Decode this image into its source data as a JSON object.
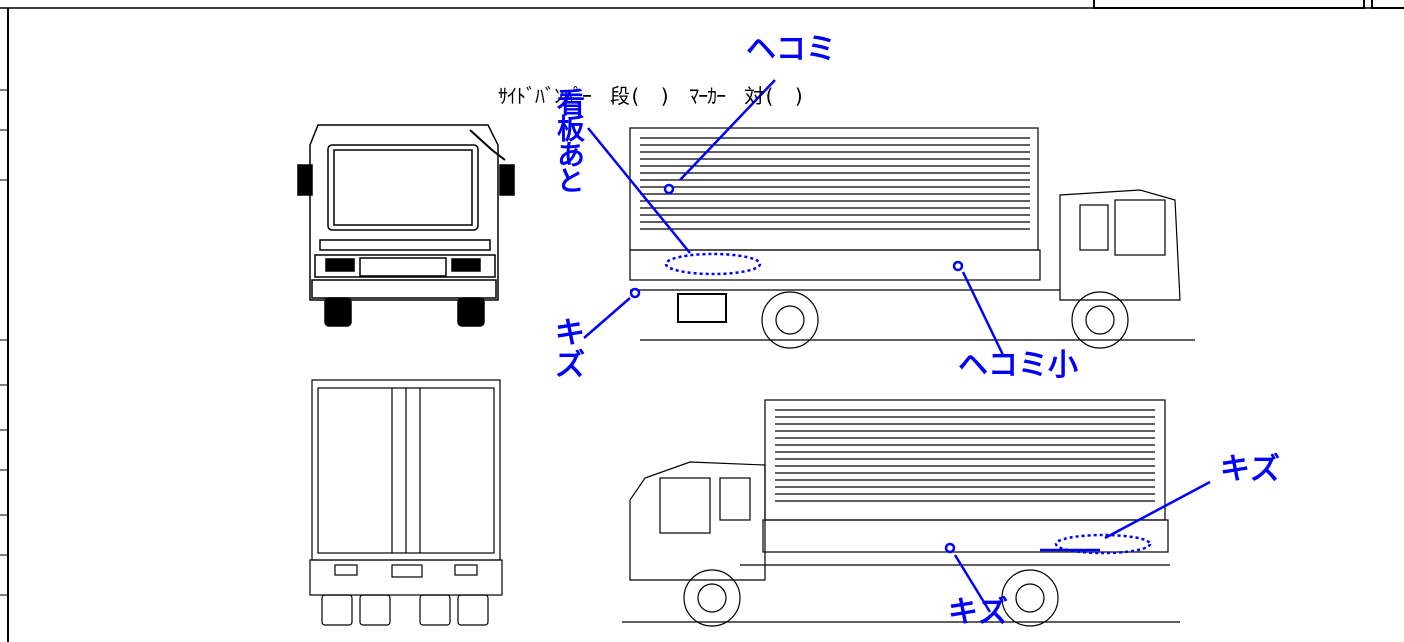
{
  "header": {
    "bumper_text": "ｻｲﾄﾞﾊﾞﾝﾊﾟｰ　段(　)　ﾏｰｶｰ　対(　)"
  },
  "annotations": {
    "dent_top": "ヘコミ",
    "sign_mark": "看板あと",
    "scratch_left": "キズ",
    "dent_small": "ヘコミ小",
    "scratch_right": "キズ",
    "scratch_bottom": "キズ"
  },
  "colors": {
    "annotation": "#0000ff",
    "drawing": "#000000"
  }
}
